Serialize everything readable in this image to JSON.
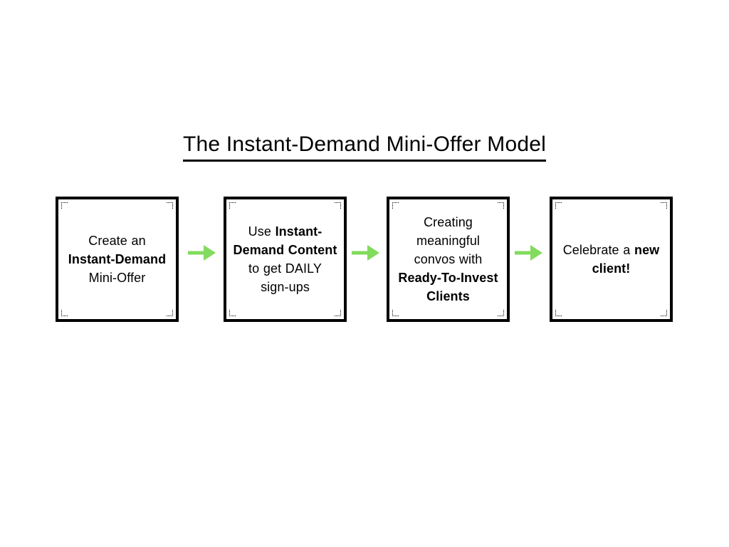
{
  "slide": {
    "title": "The Instant-Demand Mini-Offer Model",
    "background_color": "#ffffff",
    "text_color": "#000000",
    "accent_color": "#82db5e"
  },
  "flow": {
    "steps": [
      {
        "id": "step-1",
        "lines": [
          {
            "text": "Create an ",
            "bold": false
          },
          {
            "text": "Instant-Demand",
            "bold": true
          },
          {
            "text": " Mini-Offer",
            "bold": false
          }
        ],
        "plain_text": "Create an Instant-Demand Mini-Offer"
      },
      {
        "id": "step-2",
        "lines": [
          {
            "text": "Use ",
            "bold": false
          },
          {
            "text": "Instant-Demand Content",
            "bold": true
          },
          {
            "text": " to get DAILY sign-ups",
            "bold": false
          }
        ],
        "plain_text": "Use Instant-Demand Content to get DAILY sign-ups"
      },
      {
        "id": "step-3",
        "lines": [
          {
            "text": "Creating meaningful convos with ",
            "bold": false
          },
          {
            "text": "Ready-To-Invest Clients",
            "bold": true
          }
        ],
        "plain_text": "Creating meaningful convos with Ready-To-Invest Clients"
      },
      {
        "id": "step-4",
        "lines": [
          {
            "text": "Celebrate a ",
            "bold": false
          },
          {
            "text": "new client!",
            "bold": true
          }
        ],
        "plain_text": "Celebrate a new client!"
      }
    ],
    "connectors": [
      {
        "id": "arrow-1",
        "icon": "arrow-right-icon",
        "color": "#82db5e",
        "from": "step-1",
        "to": "step-2"
      },
      {
        "id": "arrow-2",
        "icon": "arrow-right-icon",
        "color": "#82db5e",
        "from": "step-2",
        "to": "step-3"
      },
      {
        "id": "arrow-3",
        "icon": "arrow-right-icon",
        "color": "#82db5e",
        "from": "step-3",
        "to": "step-4"
      }
    ]
  }
}
